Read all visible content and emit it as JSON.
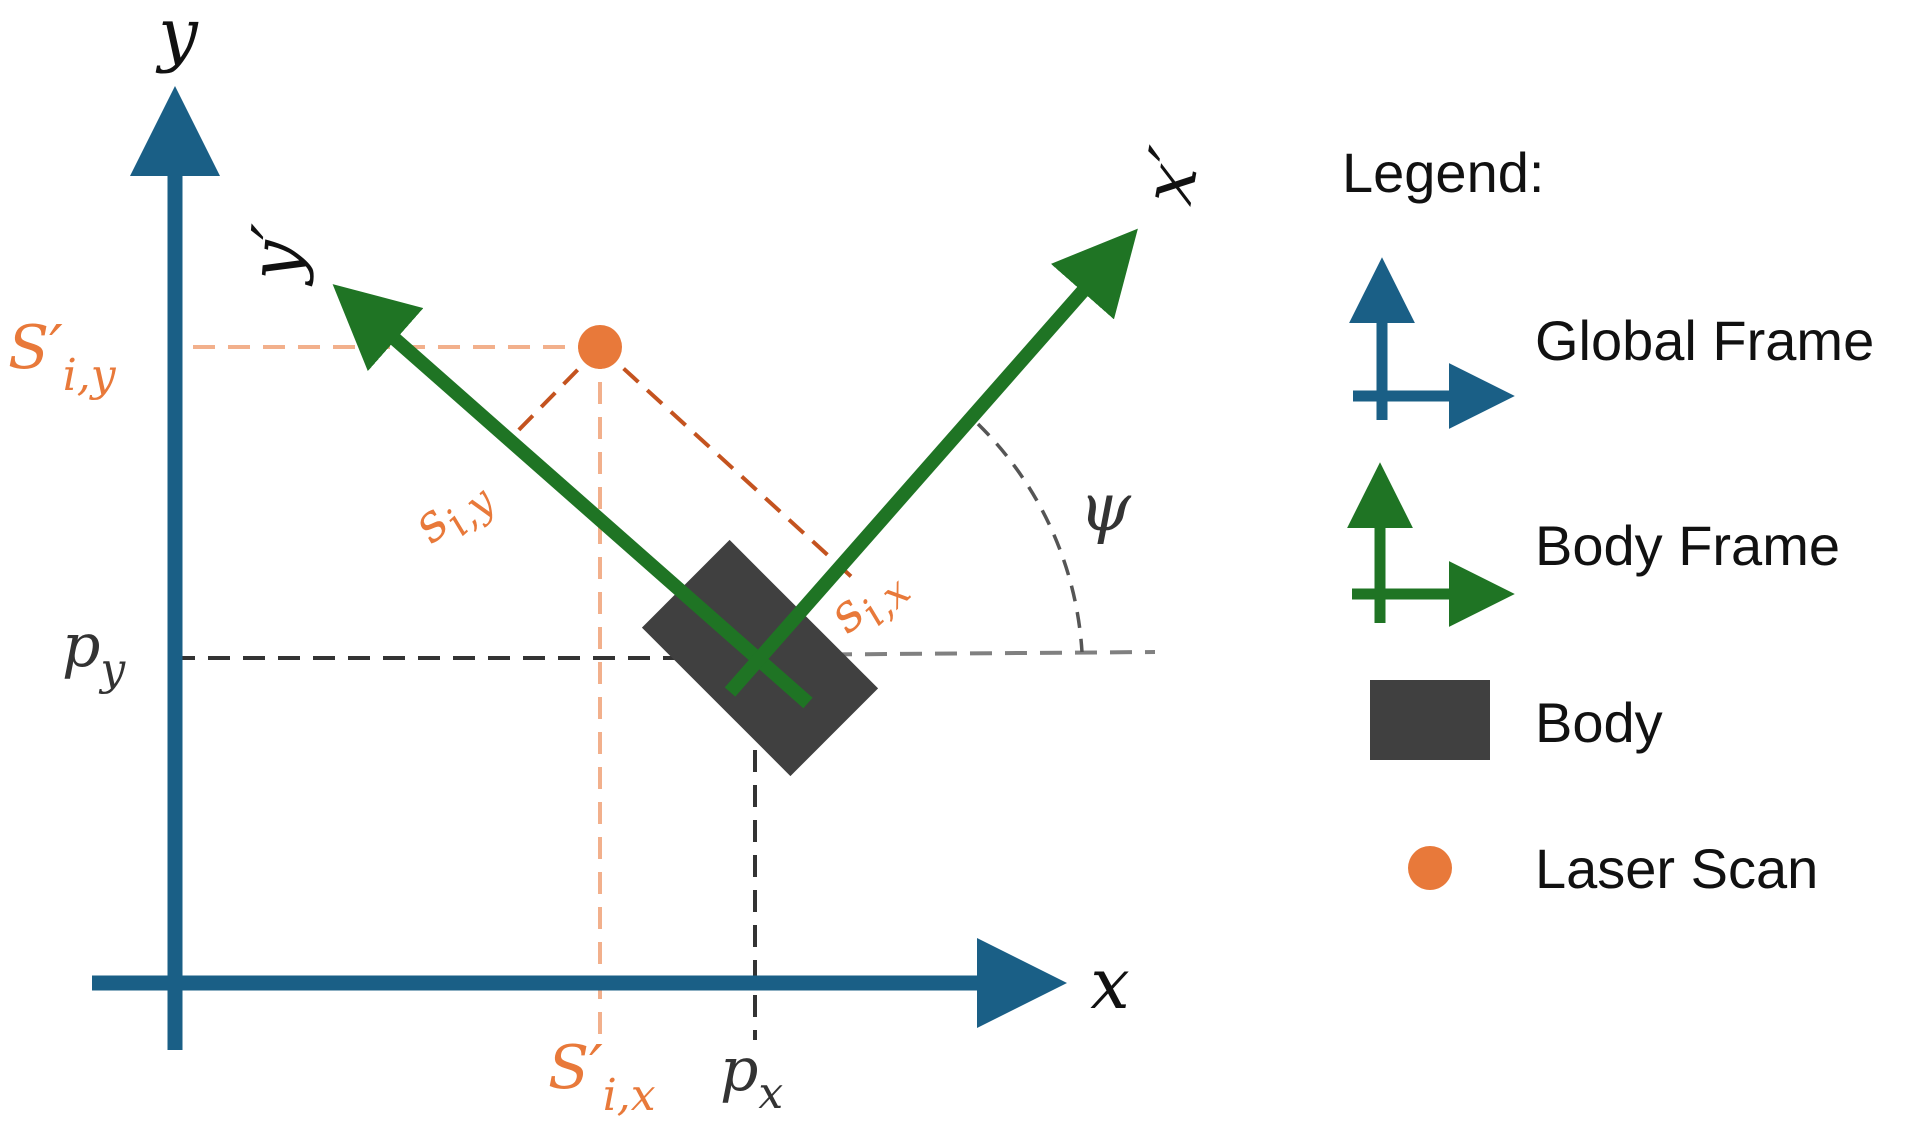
{
  "colors": {
    "global_frame": "#1a5f86",
    "body_frame": "#1f7424",
    "body": "#404040",
    "laser_scan": "#e8793a",
    "projection_light": "#f2b08c",
    "scan_component": "#c4531f",
    "dark_dashed": "#333333",
    "angle_dashed": "#808080"
  },
  "axes": {
    "global_y": "y",
    "global_x": "x",
    "body_y": "y′",
    "body_x": "x′",
    "angle": "ψ"
  },
  "labels": {
    "scan_y_main": "S′",
    "scan_y_sub": "i,y",
    "scan_x_main": "S′",
    "scan_x_sub": "i,x",
    "p_y_main": "p",
    "p_y_sub": "y",
    "p_x_main": "p",
    "p_x_sub": "x",
    "s_iy": "s",
    "s_iy_sub": "i,y",
    "s_ix": "s",
    "s_ix_sub": "i,x"
  },
  "legend": {
    "title": "Legend:",
    "items": [
      {
        "label": "Global Frame",
        "icon": "global-frame-icon"
      },
      {
        "label": "Body Frame",
        "icon": "body-frame-icon"
      },
      {
        "label": "Body",
        "icon": "body-icon"
      },
      {
        "label": "Laser Scan",
        "icon": "laser-scan-icon"
      }
    ]
  }
}
